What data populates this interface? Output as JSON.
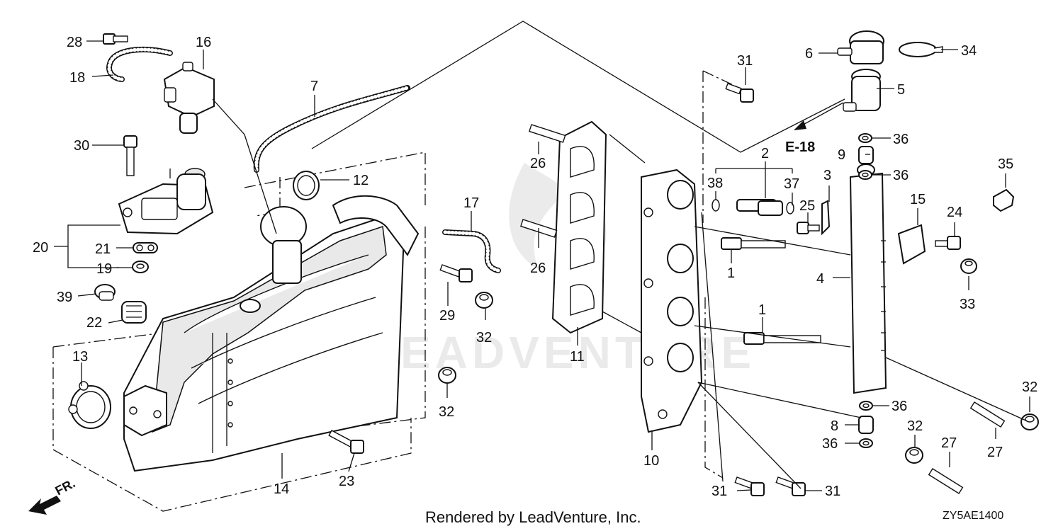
{
  "diagram": {
    "credit": "Rendered by LeadVenture, Inc.",
    "diagram_code": "ZY5AE1400",
    "front_label": "FR.",
    "reference_label": "E-18",
    "watermark_text": "LEADVENTURE",
    "callouts": [
      {
        "id": "c28",
        "label": "28"
      },
      {
        "id": "c16",
        "label": "16"
      },
      {
        "id": "c18",
        "label": "18"
      },
      {
        "id": "c7",
        "label": "7"
      },
      {
        "id": "c31a",
        "label": "31"
      },
      {
        "id": "c6",
        "label": "6"
      },
      {
        "id": "c34",
        "label": "34"
      },
      {
        "id": "c5",
        "label": "5"
      },
      {
        "id": "c30",
        "label": "30"
      },
      {
        "id": "c12",
        "label": "12"
      },
      {
        "id": "c26a",
        "label": "26"
      },
      {
        "id": "c2",
        "label": "2"
      },
      {
        "id": "c36a",
        "label": "36"
      },
      {
        "id": "c9",
        "label": "9"
      },
      {
        "id": "c35",
        "label": "35"
      },
      {
        "id": "c38",
        "label": "38"
      },
      {
        "id": "c37",
        "label": "37"
      },
      {
        "id": "c3",
        "label": "3"
      },
      {
        "id": "c36b",
        "label": "36"
      },
      {
        "id": "c17",
        "label": "17"
      },
      {
        "id": "c25",
        "label": "25"
      },
      {
        "id": "c15",
        "label": "15"
      },
      {
        "id": "c24",
        "label": "24"
      },
      {
        "id": "c20",
        "label": "20"
      },
      {
        "id": "c21",
        "label": "21"
      },
      {
        "id": "c26b",
        "label": "26"
      },
      {
        "id": "c1a",
        "label": "1"
      },
      {
        "id": "c4",
        "label": "4"
      },
      {
        "id": "c19",
        "label": "19"
      },
      {
        "id": "c39",
        "label": "39"
      },
      {
        "id": "c33",
        "label": "33"
      },
      {
        "id": "c29",
        "label": "29"
      },
      {
        "id": "c22",
        "label": "22"
      },
      {
        "id": "c32a",
        "label": "32"
      },
      {
        "id": "c1b",
        "label": "1"
      },
      {
        "id": "c11",
        "label": "11"
      },
      {
        "id": "c13",
        "label": "13"
      },
      {
        "id": "c32b",
        "label": "32"
      },
      {
        "id": "c32c",
        "label": "32"
      },
      {
        "id": "c36c",
        "label": "36"
      },
      {
        "id": "c8",
        "label": "8"
      },
      {
        "id": "c32d",
        "label": "32"
      },
      {
        "id": "c27a",
        "label": "27"
      },
      {
        "id": "c36d",
        "label": "36"
      },
      {
        "id": "c27b",
        "label": "27"
      },
      {
        "id": "c10",
        "label": "10"
      },
      {
        "id": "c14",
        "label": "14"
      },
      {
        "id": "c23",
        "label": "23"
      },
      {
        "id": "c31b",
        "label": "31"
      },
      {
        "id": "c31c",
        "label": "31"
      }
    ]
  }
}
